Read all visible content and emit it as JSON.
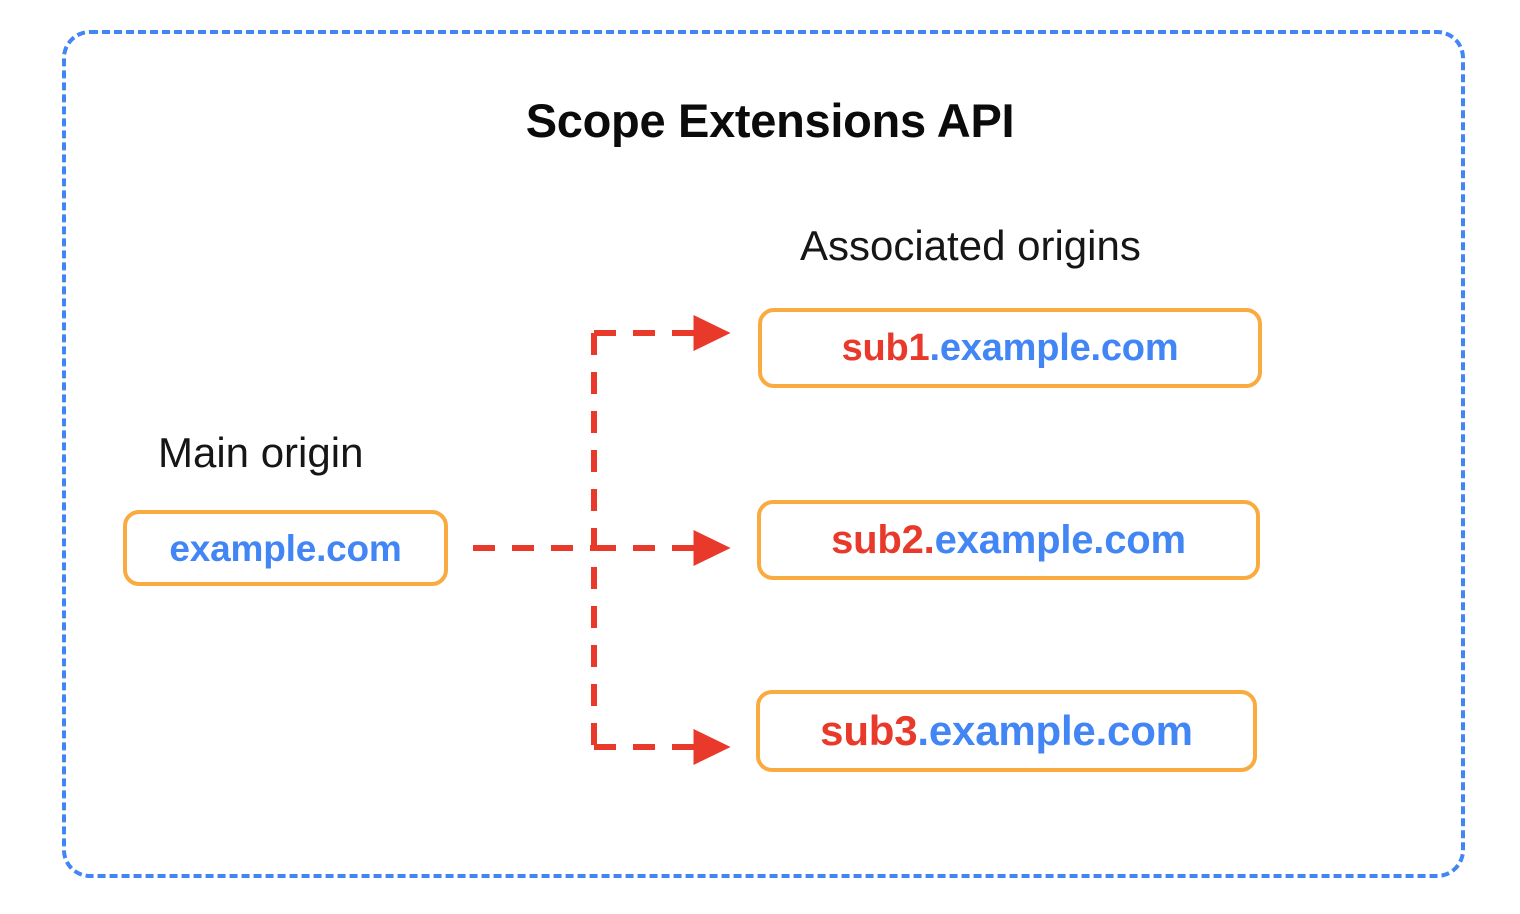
{
  "diagram": {
    "title": "Scope Extensions API",
    "frame_border_color": "#4285F4",
    "chip_border_color": "#F9AB40",
    "arrow_color": "#E8392B",
    "sub_text_color": "#E8392B",
    "domain_text_color": "#4285F4"
  },
  "main_origin": {
    "label": "Main origin",
    "chip": {
      "sub": "",
      "domain": "example.com",
      "full": "example.com"
    }
  },
  "associated_origins": {
    "label": "Associated origins",
    "chips": [
      {
        "sub": "sub1",
        "domain": ".example.com",
        "full": "sub1.example.com"
      },
      {
        "sub": "sub2.",
        "domain": "example.com",
        "full": "sub2.example.com"
      },
      {
        "sub": "sub3",
        "domain": ".example.com",
        "full": "sub3.example.com"
      }
    ]
  },
  "connectors": {
    "style": "dashed",
    "arrowhead": "solid-triangle",
    "count": 3,
    "from": "example.com",
    "to": [
      "sub1.example.com",
      "sub2.example.com",
      "sub3.example.com"
    ]
  }
}
